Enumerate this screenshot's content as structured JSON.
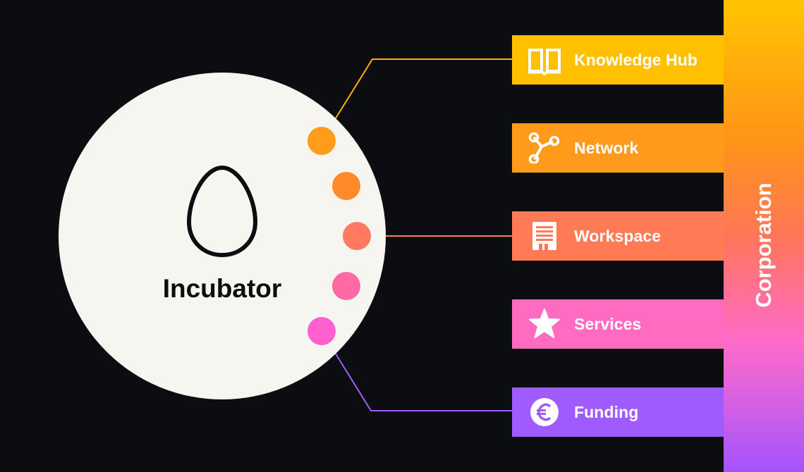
{
  "incubator": {
    "label": "Incubator",
    "icon": "egg-icon"
  },
  "corporation": {
    "label": "Corporation"
  },
  "offerings": [
    {
      "label": "Knowledge Hub",
      "icon": "open-book-icon",
      "color": "#ffc000"
    },
    {
      "label": "Network",
      "icon": "network-nodes-icon",
      "color": "#ff9a1a"
    },
    {
      "label": "Workspace",
      "icon": "building-icon",
      "color": "#ff7a55"
    },
    {
      "label": "Services",
      "icon": "star-icon",
      "color": "#ff6bc0"
    },
    {
      "label": "Funding",
      "icon": "euro-coin-icon",
      "color": "#a05bff"
    }
  ],
  "colors": {
    "background": "#0c0d10",
    "circle": "#f7f5ef",
    "dots": [
      "#ff9c1a",
      "#ff8a2a",
      "#ff7a60",
      "#ff6aa6",
      "#ff60cf"
    ],
    "connector_top": "#ffb000",
    "connector_mid": "#ff7a55",
    "connector_bottom": "#a05bff"
  }
}
